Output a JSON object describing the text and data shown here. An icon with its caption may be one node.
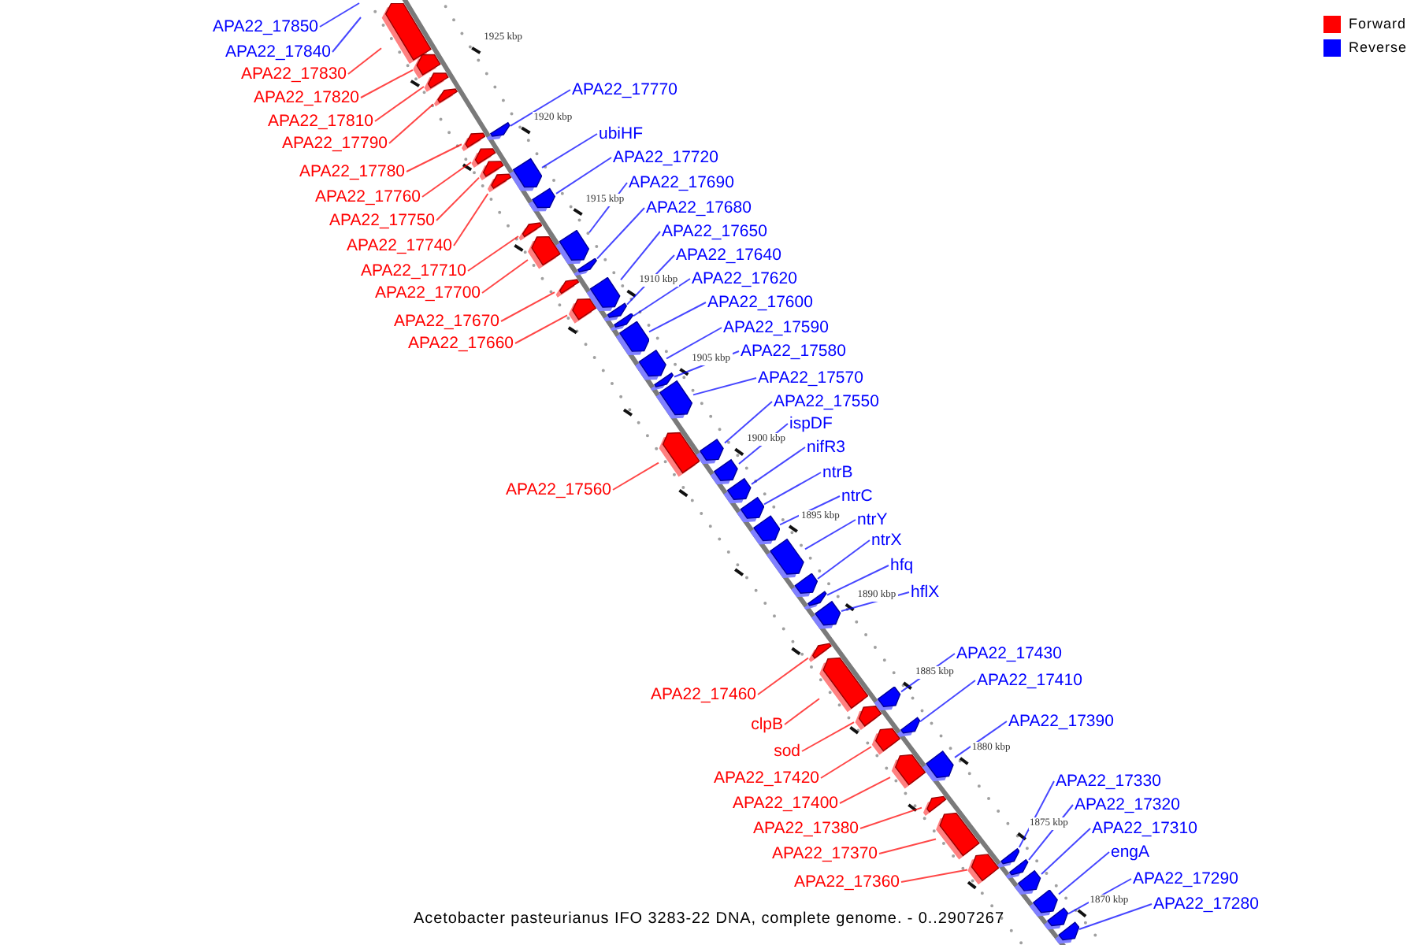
{
  "diagram": {
    "caption": "Acetobacter pasteurianus IFO 3283-22 DNA, complete genome. - 0..2907267",
    "nodes": [
      {
        "text": [
          "APA22_17850"
        ]
      },
      {
        "text": [
          "APA22_17840"
        ]
      },
      {
        "text": [
          "APA22_17830"
        ]
      },
      {
        "text": [
          "APA22_17770"
        ]
      },
      {
        "text": [
          "APA22_17820"
        ]
      },
      {
        "text": [
          "APA22_17810"
        ]
      },
      {
        "text": [
          "ubiHF"
        ]
      },
      {
        "text": [
          "APA22_17790"
        ]
      },
      {
        "text": [
          "APA22_17720"
        ]
      },
      {
        "text": [
          "APA22_17780"
        ]
      },
      {
        "text": [
          "APA22_17690"
        ]
      },
      {
        "text": [
          "APA22_17760"
        ]
      },
      {
        "text": [
          "APA22_17680"
        ]
      },
      {
        "text": [
          "APA22_17750"
        ]
      },
      {
        "text": [
          "APA22_17650"
        ]
      },
      {
        "text": [
          "APA22_17740"
        ]
      },
      {
        "text": [
          "APA22_17640"
        ]
      },
      {
        "text": [
          "APA22_17710"
        ]
      },
      {
        "text": [
          "APA22_17620"
        ]
      },
      {
        "text": [
          "APA22_17700"
        ]
      },
      {
        "text": [
          "APA22_17600"
        ]
      },
      {
        "text": [
          "APA22_17670"
        ]
      },
      {
        "text": [
          "APA22_17590"
        ]
      },
      {
        "text": [
          "APA22_17660"
        ]
      },
      {
        "text": [
          "APA22_17580"
        ]
      },
      {
        "text": [
          "APA22_17570"
        ]
      },
      {
        "text": [
          "APA22_17550"
        ]
      },
      {
        "text": [
          "ispDF"
        ]
      },
      {
        "text": [
          "nifR3"
        ]
      },
      {
        "text": [
          "ntrB"
        ]
      },
      {
        "text": [
          "APA22_17560"
        ]
      },
      {
        "text": [
          "ntrC"
        ]
      },
      {
        "text": [
          "ntrY"
        ]
      },
      {
        "text": [
          "ntrX"
        ]
      },
      {
        "text": [
          "hfq"
        ]
      },
      {
        "text": [
          "hflX"
        ]
      },
      {
        "text": [
          "APA22_17430"
        ]
      },
      {
        "text": [
          "APA22_17410"
        ]
      },
      {
        "text": [
          "APA22_17460"
        ]
      },
      {
        "text": [
          "APA22_17390"
        ]
      },
      {
        "text": [
          "clpB"
        ]
      },
      {
        "text": [
          "sod"
        ]
      },
      {
        "text": [
          "APA22_17420"
        ]
      },
      {
        "text": [
          "APA22_17330"
        ]
      },
      {
        "text": [
          "APA22_17400"
        ]
      },
      {
        "text": [
          "APA22_17320"
        ]
      },
      {
        "text": [
          "APA22_17380"
        ]
      },
      {
        "text": [
          "APA22_17310"
        ]
      },
      {
        "text": [
          "engA"
        ]
      },
      {
        "text": [
          "APA22_17370"
        ]
      },
      {
        "text": [
          "APA22_17290"
        ]
      },
      {
        "text": [
          "APA22_17360"
        ]
      },
      {
        "text": [
          "APA22_17280"
        ]
      },
      {
        "text": [],
        "shape": "box"
      },
      {
        "text": [],
        "shape": "box"
      },
      {
        "text": [],
        "shape": "box"
      },
      {
        "text": [],
        "shape": "box"
      },
      {
        "text": [],
        "shape": "box"
      },
      {
        "text": [],
        "shape": "box"
      },
      {
        "text": [],
        "shape": "box"
      },
      {
        "text": [],
        "shape": "box"
      },
      {
        "text": [],
        "shape": "box"
      },
      {
        "text": [],
        "shape": "box"
      },
      {
        "text": [],
        "shape": "box"
      },
      {
        "text": [],
        "shape": "box"
      },
      {
        "text": [],
        "shape": "box"
      },
      {
        "text": [],
        "shape": "box"
      },
      {
        "text": [],
        "shape": "box"
      },
      {
        "text": [],
        "shape": "box"
      },
      {
        "text": [],
        "shape": "box"
      },
      {
        "text": [],
        "shape": "box"
      },
      {
        "text": [],
        "shape": "box"
      },
      {
        "text": [],
        "shape": "box"
      },
      {
        "text": [],
        "shape": "box"
      },
      {
        "text": [],
        "shape": "box"
      },
      {
        "text": [],
        "shape": "box"
      },
      {
        "text": [],
        "shape": "box"
      },
      {
        "text": [],
        "shape": "box"
      },
      {
        "text": [],
        "shape": "box"
      },
      {
        "text": [],
        "shape": "box"
      },
      {
        "text": [],
        "shape": "box"
      },
      {
        "text": [],
        "shape": "box"
      },
      {
        "text": [],
        "shape": "box"
      },
      {
        "text": [],
        "shape": "box"
      },
      {
        "text": [],
        "shape": "box"
      },
      {
        "text": [],
        "shape": "box"
      },
      {
        "text": [],
        "shape": "box"
      },
      {
        "text": [],
        "shape": "box"
      },
      {
        "text": [],
        "shape": "box"
      },
      {
        "text": [],
        "shape": "box"
      },
      {
        "text": [],
        "shape": "box"
      },
      {
        "text": [],
        "shape": "box"
      },
      {
        "text": [],
        "shape": "box"
      },
      {
        "text": [],
        "shape": "box"
      },
      {
        "text": [],
        "shape": "box"
      },
      {
        "text": [],
        "shape": "box"
      },
      {
        "text": [],
        "shape": "box"
      },
      {
        "text": [],
        "shape": "box"
      },
      {
        "text": [],
        "shape": "box"
      },
      {
        "text": [],
        "shape": "box"
      },
      {
        "text": [],
        "shape": "box"
      },
      {
        "text": [],
        "shape": "box"
      },
      {
        "text": [],
        "shape": "box"
      },
      {
        "text": [],
        "shape": "box"
      }
    ],
    "edges": [
      {
        "from": 0,
        "to": null,
        "arrow": "none"
      },
      {
        "from": 1,
        "to": null,
        "arrow": "none"
      },
      {
        "from": 2,
        "to": 53,
        "arrow": "none",
        "color": "#ff0000"
      },
      {
        "from": 3,
        "to": 57,
        "arrow": "none"
      },
      {
        "from": 4,
        "to": 54,
        "arrow": "none",
        "color": "#ff0000"
      },
      {
        "from": 5,
        "to": 55,
        "arrow": "none",
        "color": "#ff0000"
      },
      {
        "from": 6,
        "to": 61,
        "arrow": "none"
      },
      {
        "from": 7,
        "to": 56,
        "arrow": "none",
        "color": "#ff0000"
      },
      {
        "from": 8,
        "to": 63,
        "arrow": "none"
      },
      {
        "from": 9,
        "to": 58,
        "arrow": "none",
        "color": "#ff0000"
      },
      {
        "from": 10,
        "to": 65,
        "arrow": "none"
      },
      {
        "from": 11,
        "to": 59,
        "arrow": "none",
        "color": "#ff0000"
      },
      {
        "from": 12,
        "to": 67,
        "arrow": "none"
      },
      {
        "from": 13,
        "to": 60,
        "arrow": "none",
        "color": "#ff0000"
      },
      {
        "from": 14,
        "to": 69,
        "arrow": "none"
      },
      {
        "from": 15,
        "to": 62,
        "arrow": "none",
        "color": "#ff0000"
      },
      {
        "from": 16,
        "to": 71,
        "arrow": "none"
      },
      {
        "from": 17,
        "to": 64,
        "arrow": "none",
        "color": "#ff0000"
      },
      {
        "from": 18,
        "to": 72,
        "arrow": "none"
      },
      {
        "from": 19,
        "to": 66,
        "arrow": "none",
        "color": "#ff0000"
      },
      {
        "from": 20,
        "to": 73,
        "arrow": "none"
      },
      {
        "from": 21,
        "to": 68,
        "arrow": "none",
        "color": "#ff0000"
      },
      {
        "from": 22,
        "to": 74,
        "arrow": "none"
      },
      {
        "from": 23,
        "to": 70,
        "arrow": "none",
        "color": "#ff0000"
      },
      {
        "from": 24,
        "to": 75,
        "arrow": "none"
      },
      {
        "from": 25,
        "to": 76,
        "arrow": "none"
      },
      {
        "from": 26,
        "to": 78,
        "arrow": "none"
      },
      {
        "from": 27,
        "to": 79,
        "arrow": "none"
      },
      {
        "from": 28,
        "to": 80,
        "arrow": "none"
      },
      {
        "from": 29,
        "to": 81,
        "arrow": "none"
      },
      {
        "from": 30,
        "to": 77,
        "arrow": "none",
        "color": "#ff0000"
      },
      {
        "from": 31,
        "to": 82,
        "arrow": "none"
      },
      {
        "from": 32,
        "to": 83,
        "arrow": "none"
      },
      {
        "from": 33,
        "to": 84,
        "arrow": "none"
      },
      {
        "from": 34,
        "to": 85,
        "arrow": "none"
      },
      {
        "from": 35,
        "to": 86,
        "arrow": "none"
      },
      {
        "from": 36,
        "to": 89,
        "arrow": "none"
      },
      {
        "from": 37,
        "to": 91,
        "arrow": "none"
      },
      {
        "from": 38,
        "to": 87,
        "arrow": "none",
        "color": "#ff0000"
      },
      {
        "from": 39,
        "to": 94,
        "arrow": "none"
      },
      {
        "from": 40,
        "to": 88,
        "arrow": "none",
        "color": "#ff0000"
      },
      {
        "from": 41,
        "to": 90,
        "arrow": "none",
        "color": "#ff0000"
      },
      {
        "from": 42,
        "to": 92,
        "arrow": "none",
        "color": "#ff0000"
      },
      {
        "from": 43,
        "to": 97,
        "arrow": "none"
      },
      {
        "from": 44,
        "to": 93,
        "arrow": "none",
        "color": "#ff0000"
      },
      {
        "from": 45,
        "to": 99,
        "arrow": "none"
      },
      {
        "from": 46,
        "to": 95,
        "arrow": "none",
        "color": "#ff0000"
      },
      {
        "from": 47,
        "to": 100,
        "arrow": "none"
      },
      {
        "from": 48,
        "to": 101,
        "arrow": "none"
      },
      {
        "from": 49,
        "to": 96,
        "arrow": "none",
        "color": "#ff0000"
      },
      {
        "from": 50,
        "to": 102,
        "arrow": "none"
      },
      {
        "from": 51,
        "to": 98,
        "arrow": "none",
        "color": "#ff0000"
      },
      {
        "from": 52,
        "to": 103,
        "arrow": "none"
      }
    ],
    "labels": [
      "1925 kbp",
      "1920 kbp",
      "1915 kbp",
      "1910 kbp",
      "1905 kbp",
      "1900 kbp",
      "1895 kbp",
      "1890 kbp",
      "1885 kbp",
      "1880 kbp",
      "1875 kbp",
      "1870 kbp"
    ],
    "legend": [
      {
        "text": "Forward",
        "color": "#ff0000"
      },
      {
        "text": "Reverse",
        "color": "#0000ff"
      }
    ]
  }
}
